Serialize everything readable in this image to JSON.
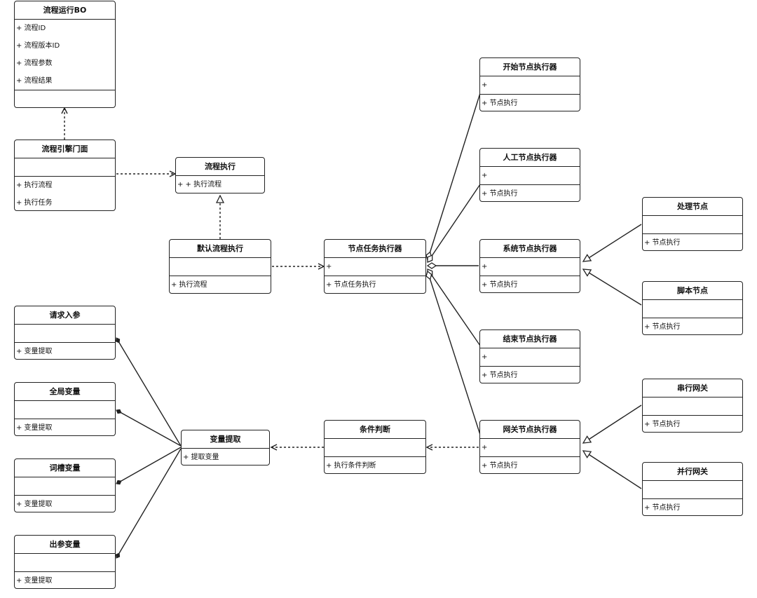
{
  "classes": {
    "flow_bo": {
      "name": "流程运行BO",
      "attrs": [
        "+ 流程ID",
        "+ 流程版本ID",
        "+ 流程参数",
        "+ 流程结果"
      ],
      "ops": []
    },
    "engine_facade": {
      "name": "流程引擎门面",
      "attrs": [],
      "ops": [
        "+ 执行流程",
        "+ 执行任务"
      ]
    },
    "flow_exec": {
      "name": "流程执行",
      "attrs": [],
      "ops": [
        "+ + 执行流程"
      ]
    },
    "default_exec": {
      "name": "默认流程执行",
      "attrs": [],
      "ops": [
        "+ 执行流程"
      ]
    },
    "task_executor": {
      "name": "节点任务执行器",
      "attrs": [
        "+"
      ],
      "ops": [
        "+ 节点任务执行"
      ]
    },
    "start_exec": {
      "name": "开始节点执行器",
      "attrs": [
        "+"
      ],
      "ops": [
        "+ 节点执行"
      ]
    },
    "manual_exec": {
      "name": "人工节点执行器",
      "attrs": [
        "+"
      ],
      "ops": [
        "+ 节点执行"
      ]
    },
    "system_exec": {
      "name": "系统节点执行器",
      "attrs": [
        "+"
      ],
      "ops": [
        "+ 节点执行"
      ]
    },
    "end_exec": {
      "name": "结束节点执行器",
      "attrs": [
        "+"
      ],
      "ops": [
        "+ 节点执行"
      ]
    },
    "gateway_exec": {
      "name": "网关节点执行器",
      "attrs": [
        "+"
      ],
      "ops": [
        "+ 节点执行"
      ]
    },
    "process_node": {
      "name": "处理节点",
      "attrs": [],
      "ops": [
        "+ 节点执行"
      ]
    },
    "script_node": {
      "name": "脚本节点",
      "attrs": [],
      "ops": [
        "+ 节点执行"
      ]
    },
    "serial_gw": {
      "name": "串行网关",
      "attrs": [],
      "ops": [
        "+ 节点执行"
      ]
    },
    "parallel_gw": {
      "name": "并行网关",
      "attrs": [],
      "ops": [
        "+ 节点执行"
      ]
    },
    "cond_judge": {
      "name": "条件判断",
      "attrs": [],
      "ops": [
        "+ 执行条件判断"
      ]
    },
    "var_extract": {
      "name": "变量提取",
      "attrs": [],
      "ops": [
        "+ 提取变量"
      ]
    },
    "req_param": {
      "name": "请求入参",
      "attrs": [],
      "ops": [
        "+ 变量提取"
      ]
    },
    "global_var": {
      "name": "全局变量",
      "attrs": [],
      "ops": [
        "+ 变量提取"
      ]
    },
    "slot_var": {
      "name": "词槽变量",
      "attrs": [],
      "ops": [
        "+ 变量提取"
      ]
    },
    "out_var": {
      "name": "出参变量",
      "attrs": [],
      "ops": [
        "+ 变量提取"
      ]
    }
  },
  "colors": {
    "line": "#222222",
    "background": "#ffffff"
  }
}
